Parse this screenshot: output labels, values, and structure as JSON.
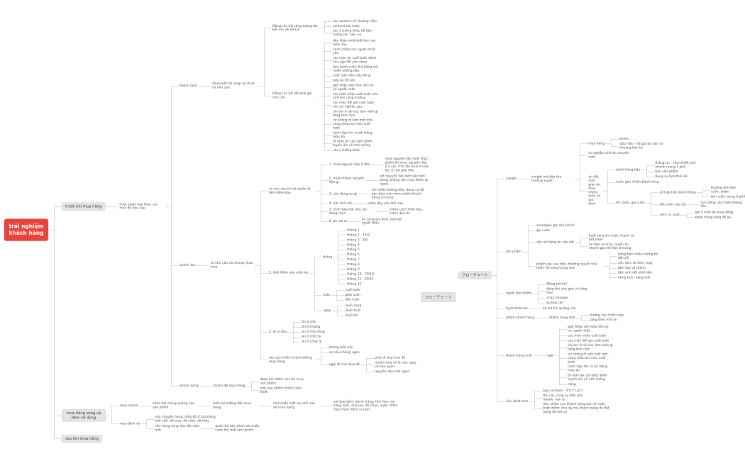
{
  "colors": {
    "root_bg": "#e8443b",
    "gray_bg": "#e4e4e5",
    "line": "#b3b3b3",
    "text": "#4a4a4a"
  },
  "floating_node": {
    "label": "フローチャート"
  },
  "left_map": {
    "label": "trải nghiệm khách hàng",
    "type": "root",
    "children": [
      {
        "label": "trước khi mua hàng",
        "type": "gray",
        "children": [
          {
            "label": "được phân loại theo các mức độ nhu cầu",
            "children": [
              {
                "label": "khách lạnh",
                "children": [
                  {
                    "label": "chưa biết tới shop và chưa có nhu cầu",
                    "children": [
                      {
                        "label": "Đăng các bài tăng tương tác kết nối với khách",
                        "children": [
                          {
                            "label": "các content về thương hiệu"
                          },
                          {
                            "label": "content hài hước"
                          },
                          {
                            "label": "các ý tưởng khác để kéo tương tác, kéo vui"
                          }
                        ]
                      },
                      {
                        "label": "Đăng các bài để khơi gợi nhu cầu",
                        "children": [
                          {
                            "label": "dậu thảo nhất biết làm các món này"
                          },
                          {
                            "label": "cách chăm sóc người mình yêu"
                          },
                          {
                            "label": "các món ăn cuối tuần dành cho cặp đôi yêu nhau"
                          },
                          {
                            "label": "làm bánh cuốn thử bằng nồi chiên không dầu"
                          },
                          {
                            "label": "cuối tuần nên nấu đồ gì"
                          },
                          {
                            "label": "bữa ăn tối ấm"
                          },
                          {
                            "label": "giới thiệu văn hóa tiện lợi về người nhật"
                          },
                          {
                            "label": "các món nhậu cuối tuần cho anh em công trường"
                          },
                          {
                            "label": "các món đổi gió cuối tuần cho tụi nghiện gas"
                          },
                          {
                            "label": "chị em ở nội trợ, làm món gì tăng tình cảm"
                          },
                          {
                            "label": "vợ chồng đi làm mệt mỏi, cùng nhau ăn món cuối tuần"
                          },
                          {
                            "label": "cành đẹp lên crush bằng món ăn"
                          },
                          {
                            "label": "tổ món ăn cần biết dành tuyển lền về nhà chồng"
                          },
                          {
                            "label": "các ý tưởng khác"
                          }
                        ]
                      }
                    ]
                  }
                ]
              },
              {
                "label": "khách ấm",
                "children": [
                  {
                    "label": "có nhu cầu và nhưng chưa mua",
                    "children": [
                      {
                        "label": "có nhu cầu thì sẽ muốn đi đến điểm bán",
                        "children": [
                          {
                            "label": "1. mua nguyên liệu ở đâu",
                            "children": [
                              {
                                "label": "mua nguyên liệu tươi, thực phẩm thì mua nguyên liệu ở 2 nơi, chỗ cần mua ở siêu thị, ở chợ gần nhà"
                              }
                            ]
                          },
                          {
                            "label": "2. mua những nguyên liệu gì",
                            "children": [
                              {
                                "label": "set nguyên liệu làm sẵn tiện dùng, không cần mua thêm gì ngoài"
                              }
                            ]
                          },
                          {
                            "label": "3. cần dụng cụ gì",
                            "children": [
                              {
                                "label": "nồi chiên không dầu, dụng cụ đã bán kèm mà mềm muốn khách hàng sử dụng"
                              }
                            ]
                          },
                          {
                            "label": "4. nấu thế nào",
                            "children": [
                              {
                                "label": "video dạy nấu thế nào"
                              }
                            ]
                          },
                          {
                            "label": "5. trình bày thế nào, ăn đúng cách",
                            "children": [
                              {
                                "label": "video cách trình bày, video dọn ăn"
                              }
                            ]
                          },
                          {
                            "label": "6. ăn với ai",
                            "children": [
                              {
                                "label": "ăn cùng gia đình, bạn bè, người thân"
                              }
                            ]
                          }
                        ]
                      },
                      {
                        "label": "2. thời điểm nấu món ăn",
                        "children": [
                          {
                            "label": "tháng",
                            "children": [
                              {
                                "label": "tháng 1"
                              },
                              {
                                "label": "tháng 2 - 14/2"
                              },
                              {
                                "label": "tháng 3 - 8/3"
                              },
                              {
                                "label": "tháng 4"
                              },
                              {
                                "label": "tháng 5"
                              },
                              {
                                "label": "tháng 6"
                              },
                              {
                                "label": "tháng 7"
                              },
                              {
                                "label": "tháng 8"
                              },
                              {
                                "label": "tháng 9"
                              },
                              {
                                "label": "tháng 10 - 20/10"
                              },
                              {
                                "label": "tháng 11 - 20/11"
                              },
                              {
                                "label": "tháng 12"
                              }
                            ]
                          },
                          {
                            "label": "tuần",
                            "children": [
                              {
                                "label": "cuối tuần"
                              },
                              {
                                "label": "giữa tuần"
                              },
                              {
                                "label": "đầu tuần"
                              }
                            ]
                          },
                          {
                            "label": "ngày",
                            "children": [
                              {
                                "label": "buổi sáng"
                              },
                              {
                                "label": "buổi trưa"
                              },
                              {
                                "label": "buổi tối"
                              }
                            ]
                          }
                        ]
                      },
                      {
                        "label": "3. ăn ở đâu",
                        "children": [
                          {
                            "label": "ăn ở nhà"
                          },
                          {
                            "label": "ăn ở trường"
                          },
                          {
                            "label": "ăn ở nhà hàng"
                          },
                          {
                            "label": "ăn ở chỗ trọ"
                          },
                          {
                            "label": "ăn ở công ty"
                          }
                        ]
                      },
                      {
                        "label": "rào cản khiến khách không mua hàng",
                        "children": [
                          {
                            "label": "không biết nấu"
                          },
                          {
                            "label": "sợ nấu không ngon"
                          },
                          {
                            "label": "ngại đi chợ mua đồ",
                            "children": [
                              {
                                "label": "phải đi chợ mua đồ"
                              },
                              {
                                "label": "muốn mua về là nấu ngay và bảo quản"
                              },
                              {
                                "label": "nguyên liệu tươi ngon"
                              }
                            ]
                          }
                        ]
                      }
                    ]
                  }
                ]
              },
              {
                "label": "khách nóng",
                "children": [
                  {
                    "label": "khách đã mua hàng",
                    "children": [
                      {
                        "label": "được hỏi thăm sau khi mua sản phẩm"
                      },
                      {
                        "label": "mời vào nhóm khách thân thiết"
                      }
                    ]
                  }
                ]
              }
            ]
          }
        ]
      },
      {
        "label": "mua hàng xong và đem về dùng",
        "type": "gray",
        "children": [
          {
            "label": "mua online",
            "children": [
              {
                "label": "kênh bán hàng quảng cáo sản phẩm",
                "children": [
                  {
                    "label": "hiện tại hướng dẫn mua hàng",
                    "children": [
                      {
                        "label": "nhờ nhắn một vài chỗ vấn đề mua hàng",
                        "children": [
                          {
                            "label": "set bao gồm: bánh tráng, thịt heo, rau sống, bún, dưa leo, đồ chua, nước chấm (tùy chọn mềm vị xào)"
                          }
                        ]
                      }
                    ]
                  }
                ]
              }
            ]
          },
          {
            "label": "mua đem về",
            "children": [
              {
                "label": "vận chuyển hàng, thấy đồ ở cửa hàng mới chỗ: đồ treo, đồ nêm, đồ thấy"
              },
              {
                "label": "vẫn hàng sùng đơn đã nhận mới",
                "children": [
                  {
                    "label": "quét thẻ bảo hành và chiếu cảnh thẻ biết làm phẩm"
                  }
                ]
              }
            ]
          }
        ]
      },
      {
        "label": "sau khi mua hàng",
        "type": "gray"
      }
    ]
  },
  "right_map": {
    "label": "フローチャート",
    "type": "gray",
    "children": [
      {
        "label": "insight",
        "children": [
          {
            "label": "insight mà đào thu thường xuyên",
            "children": [
              {
                "label": "mua hàng",
                "children": [
                  {
                    "label": "keens"
                  },
                  {
                    "label": "dấu hiệu - đồ giò đồ bán và khoảng bán tả"
                  }
                ]
              },
              {
                "label": "tu nghiệp sinh ăn chuyên môn"
              },
              {
                "label": "ăn đổi, thời gian ăn theo nhóm, món có gia đình",
                "children": [
                  {
                    "label": "bánh hàng tiện",
                    "children": [
                      {
                        "label": "thông tin - cách thiết chỗ nhanh mang 3 phổ"
                      },
                      {
                        "label": "bán sản phẩm"
                      },
                      {
                        "label": "dụng cụ làm thói nề"
                      }
                    ]
                  },
                  {
                    "label": "nước gần nhiên bánh hàng"
                  },
                  {
                    "label": "thì cuốn, gọi cuốn",
                    "children": [
                      {
                        "label": "sở hấp trên bánh hàng",
                        "children": [
                          {
                            "label": "thường đèn làm cuốn, chấm"
                          },
                          {
                            "label": "làm cuốn trong 3 phổ"
                          }
                        ]
                      },
                      {
                        "label": "kết cuốn sau cải",
                        "children": [
                          {
                            "label": "làm bằng nồi chiên không dầu"
                          }
                        ]
                      },
                      {
                        "label": "nem cù cuốn",
                        "children": [
                          {
                            "label": "gợi ý món ăn mùa đông"
                          },
                          {
                            "label": "bánh tráng tùng đồ sp"
                          }
                        ]
                      }
                    ]
                  }
                ]
              }
            ]
          }
        ]
      },
      {
        "label": "sản phẩm",
        "children": [
          {
            "label": "soạn/giao giá sản phẩm"
          },
          {
            "label": "gọi cuốn"
          },
          {
            "label": "vấn về hàng ăn cần xét",
            "children": [
              {
                "label": "buổi sáng thì nước nhanh có tiết kiệm"
              },
              {
                "label": "ăn tâm về trưa, muốn ăn nhanh gọn thì làm ở mang"
              }
            ]
          },
          {
            "label": "phẩm các sau trên, thường xuyên trải thiện thì song trong mai",
            "children": [
              {
                "label": "bảng bán chiếu tương thì đổi nổi"
              },
              {
                "label": "cần vấn nái test: mạy"
              },
              {
                "label": "tâm tạo về thành"
              },
              {
                "label": "tâm anh đổi nhôi tâm"
              },
              {
                "label": "hàng tích - táng mới"
              }
            ]
          }
        ]
      },
      {
        "label": "người làm phẩm",
        "children": [
          {
            "label": "Đăng michel"
          },
          {
            "label": "tăng thủ sản gần và tổng hòa"
          },
          {
            "label": "chạy fanpage"
          },
          {
            "label": "quảng cáo"
          }
        ]
      },
      {
        "label": "tuyển/biên ăn",
        "children": [
          {
            "label": "hỗ trợ hỏi quảng cáo"
          }
        ]
      },
      {
        "label": "nhóm khách hàng",
        "children": [
          {
            "label": "khách hàng mới",
            "children": [
              {
                "label": "hướng can chiến lược"
              },
              {
                "label": "tăng theo mỗi ơn"
              }
            ]
          }
        ]
      },
      {
        "label": "khách hàng cuối",
        "children": [
          {
            "label": "ngờ",
            "children": [
              {
                "label": "giới thiệu văn hóa tiện lợi về người nhật"
              },
              {
                "label": "các món nhậu cuối tuần"
              },
              {
                "label": "các món đổi gió cuối tuần"
              },
              {
                "label": "chị em ở nội trợ, làm món gì tăng tình cảm"
              },
              {
                "label": "vợ chồng đi làm mệt mỏi, cùng nhau ăn món cuối tuần"
              },
              {
                "label": "cành đẹp lên crush bằng món ăn"
              },
              {
                "label": "tổ món ăn cần biết dành tuyển lền về nhà chồng"
              },
              {
                "label": "nắng"
              }
            ]
          }
        ]
      },
      {
        "label": "việc phát sinh",
        "children": [
          {
            "label": "bảo content - マグアレビ1"
          },
          {
            "label": "thu cải, công cụ thời chỗ nhanh, vấn lò"
          },
          {
            "label": "làm nhầm sao khách hàng bán đi nhận triệt thêm; chu lấy trụ khách hàng đó đặt hàng đồ mở sp"
          }
        ]
      }
    ]
  }
}
